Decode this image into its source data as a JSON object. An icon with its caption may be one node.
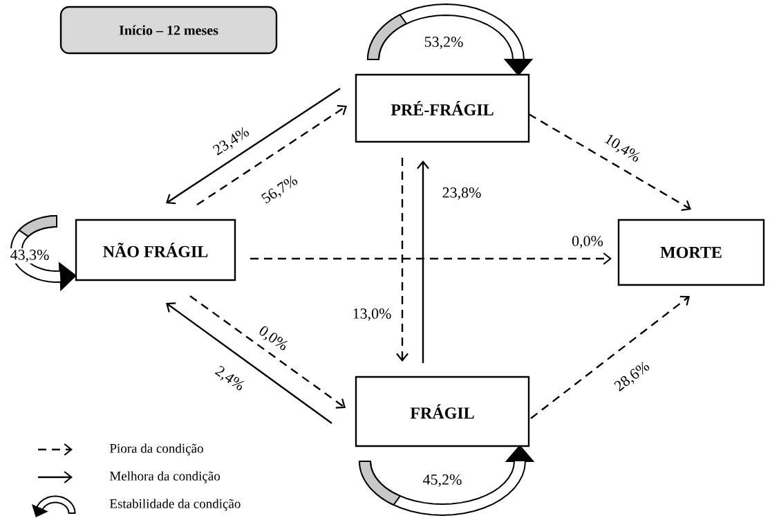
{
  "diagram": {
    "nodes": [
      {
        "text": [
          "Início – 12 meses"
        ]
      },
      {
        "text": [
          "PRÉ-FRÁGIL"
        ]
      },
      {
        "text": [
          "NÃO FRÁGIL"
        ]
      },
      {
        "text": [
          "MORTE"
        ]
      },
      {
        "text": [
          "FRÁGIL"
        ]
      }
    ],
    "edges": [
      {
        "from": 1,
        "to": 2,
        "arrow": "to",
        "label": "23,4%"
      },
      {
        "from": 2,
        "to": 1,
        "arrow": "to",
        "label": "56,7%",
        "style": "dashed"
      },
      {
        "from": 1,
        "to": 3,
        "arrow": "to",
        "label": "10,4%",
        "style": "dashed"
      },
      {
        "from": 1,
        "to": 4,
        "arrow": "to",
        "label": "13,0%",
        "style": "dashed"
      },
      {
        "from": 4,
        "to": 1,
        "arrow": "to",
        "label": "23,8%"
      },
      {
        "from": 2,
        "to": 3,
        "arrow": "to",
        "label": "0,0%",
        "style": "dashed"
      },
      {
        "from": 2,
        "to": 4,
        "arrow": "to",
        "label": "0,0%",
        "style": "dashed"
      },
      {
        "from": 4,
        "to": 2,
        "arrow": "to",
        "label": "2,4%"
      },
      {
        "from": 4,
        "to": 3,
        "arrow": "to",
        "label": "28,6%",
        "style": "dashed"
      },
      {
        "from": 1,
        "to": 1,
        "arrow": "to",
        "label": "53,2%"
      },
      {
        "from": 2,
        "to": 2,
        "arrow": "to",
        "label": "43,3%"
      },
      {
        "from": 4,
        "to": 4,
        "arrow": "to",
        "label": "45,2%"
      }
    ],
    "legend": [
      {
        "text": "Piora da condição"
      },
      {
        "text": "Melhora da condição"
      },
      {
        "text": "Estabilidade da condição"
      }
    ]
  }
}
